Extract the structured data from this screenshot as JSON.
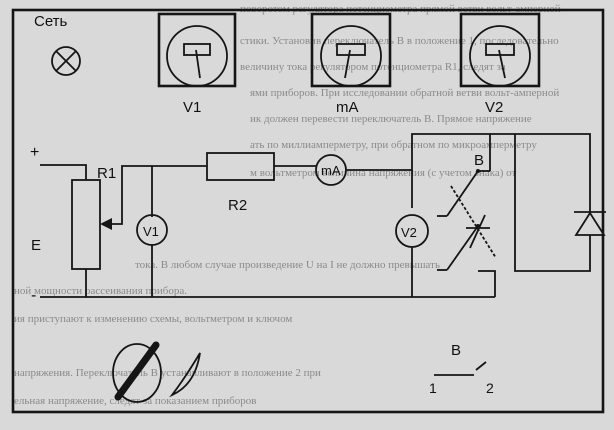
{
  "panel": {
    "network_label": "Сеть",
    "meters": [
      {
        "id": "v1",
        "label": "V1"
      },
      {
        "id": "ma",
        "label": "mA"
      },
      {
        "id": "v2",
        "label": "V2"
      }
    ]
  },
  "circuit": {
    "plus": "+",
    "minus": "-",
    "source_label": "E",
    "r1_label": "R1",
    "r2_label": "R2",
    "v1_label": "V1",
    "ma_label": "mA",
    "v2_label": "V2",
    "switch_label": "B",
    "switch_detail_label": "B",
    "switch_pos1": "1",
    "switch_pos2": "2"
  },
  "background_text_lines": [
    "поворотом регулятора потенциометра прямой ветви вольт-амперной",
    "стики. Установив переключатель В в положение 1, последовательно",
    "величину тока регулятором потенциометра R1, следят за",
    "ями приборов. При исследовании обратной ветви вольт-амперной",
    "ик должен перевести переключатель В. Прямое напряжение",
    "ать по миллиамперметру, при обратном по микроамперметру",
    "м вольтметром величина напряжения (с учетом знака) от",
    "тока. В любом случае произведение U на I не должно превышать",
    "ной мощности рассеивания прибора.",
    "ия приступают к изменению схемы, вольтметром и ключом",
    "напряжения. Переключатель В устанавливают в положение 2 при",
    "ельная напряжение, следят за показанием приборов"
  ],
  "colors": {
    "background": "#d9d9d9",
    "ink": "#151515",
    "faint_text": "#8a8a8a"
  }
}
